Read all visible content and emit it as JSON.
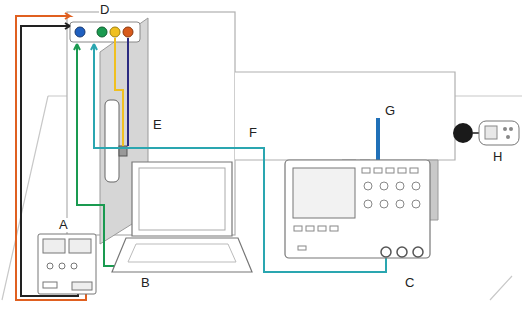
{
  "diagram": {
    "labels": [
      "D",
      "E",
      "A",
      "F",
      "G",
      "H",
      "B",
      "C"
    ]
  }
}
